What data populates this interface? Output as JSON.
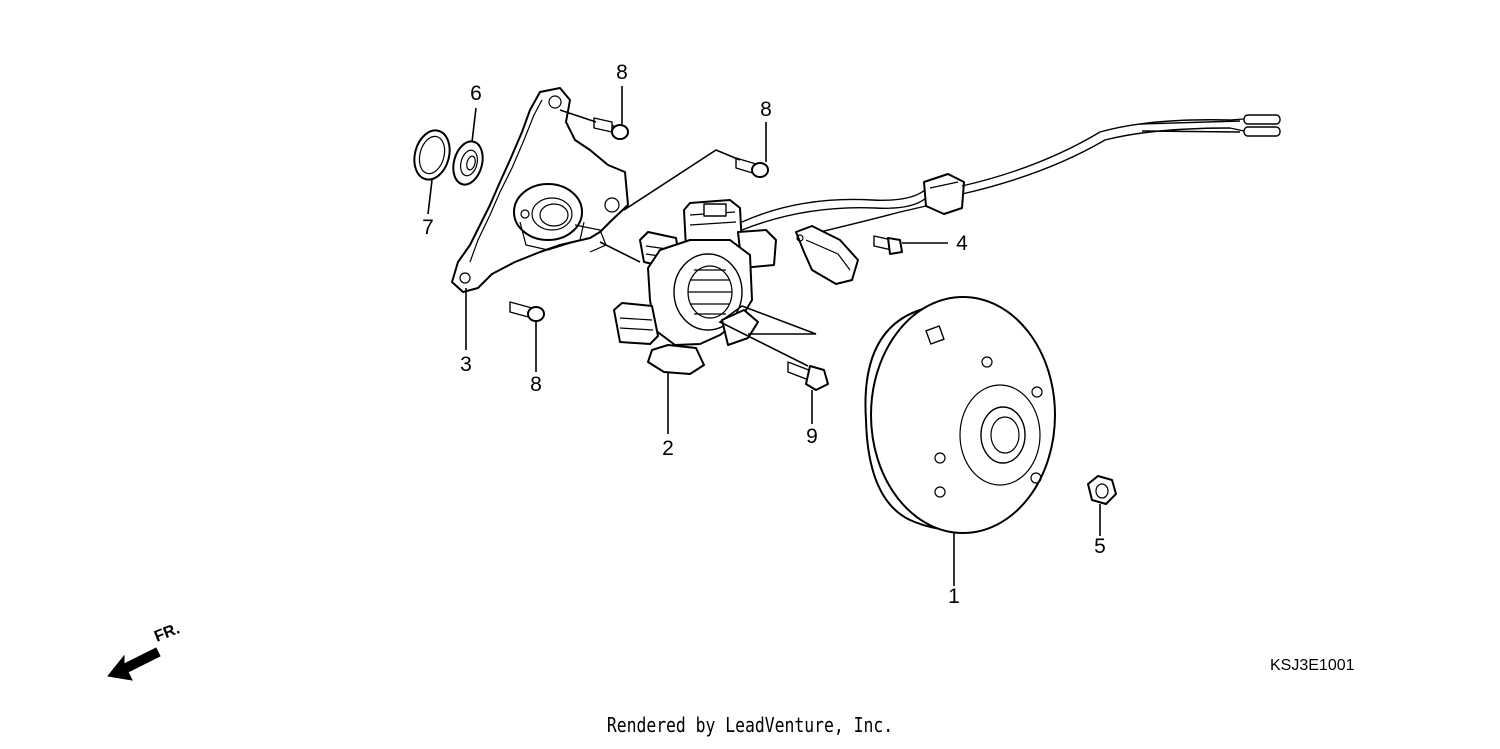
{
  "callouts": [
    {
      "id": "1",
      "label": "1"
    },
    {
      "id": "2",
      "label": "2"
    },
    {
      "id": "3",
      "label": "3"
    },
    {
      "id": "4",
      "label": "4"
    },
    {
      "id": "5",
      "label": "5"
    },
    {
      "id": "6",
      "label": "6"
    },
    {
      "id": "7",
      "label": "7"
    },
    {
      "id": "8a",
      "label": "8"
    },
    {
      "id": "8b",
      "label": "8"
    },
    {
      "id": "8c",
      "label": "8"
    },
    {
      "id": "9",
      "label": "9"
    }
  ],
  "direction_label": "FR.",
  "diagram_code": "KSJ3E1001",
  "credit": "Rendered by LeadVenture, Inc."
}
